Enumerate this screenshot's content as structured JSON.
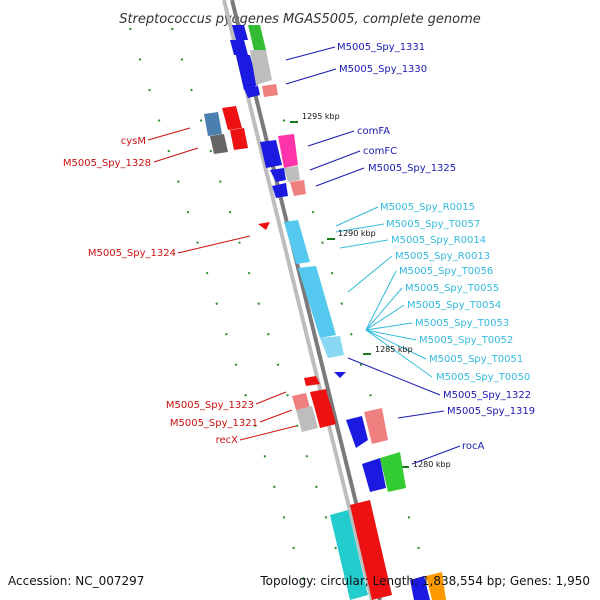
{
  "title": "Streptococcus pyogenes MGAS5005, complete genome",
  "footer": {
    "accession": "Accession: NC_007297",
    "summary": "Topology: circular; Length: 1,838,554 bp; Genes: 1,950"
  },
  "scale_ticks": [
    "1295 kbp",
    "1290 kbp",
    "1285 kbp",
    "1280 kbp"
  ],
  "colors": {
    "forward_label": "#1a1ab3",
    "reverse_label": "#cc1111",
    "rna_label": "#33bbdd",
    "backbone": "#888888"
  },
  "labels": {
    "right_forward": [
      "M5005_Spy_1331",
      "M5005_Spy_1330",
      "comFA",
      "comFC",
      "M5005_Spy_1325"
    ],
    "rna": [
      "M5005_Spy_R0015",
      "M5005_Spy_T0057",
      "M5005_Spy_R0014",
      "M5005_Spy_R0013",
      "M5005_Spy_T0056",
      "M5005_Spy_T0055",
      "M5005_Spy_T0054",
      "M5005_Spy_T0053",
      "M5005_Spy_T0052",
      "M5005_Spy_T0051",
      "M5005_Spy_T0050"
    ],
    "right_lower": [
      "M5005_Spy_1322",
      "M5005_Spy_1319",
      "rocA"
    ],
    "left_reverse": [
      "cysM",
      "M5005_Spy_1328",
      "M5005_Spy_1324",
      "M5005_Spy_1323",
      "M5005_Spy_1321",
      "recX"
    ]
  }
}
